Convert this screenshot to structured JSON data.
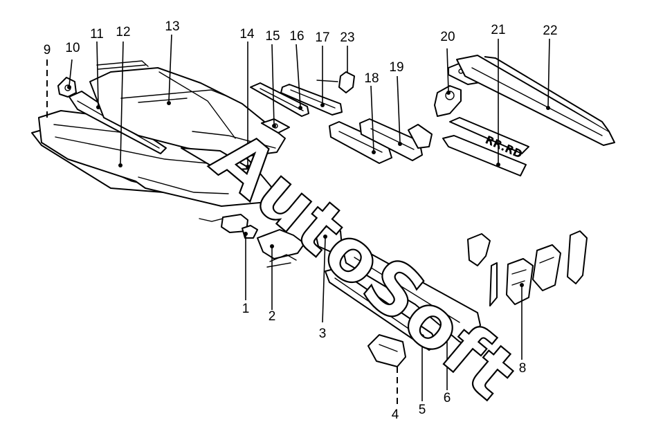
{
  "diagram": {
    "watermark_text": "AutoSoft",
    "plate_text": "RR.RD",
    "callout_labels": [
      "1",
      "2",
      "3",
      "4",
      "5",
      "6",
      "8",
      "9",
      "10",
      "11",
      "12",
      "13",
      "14",
      "15",
      "16",
      "17",
      "18",
      "19",
      "20",
      "21",
      "22",
      "23"
    ]
  }
}
